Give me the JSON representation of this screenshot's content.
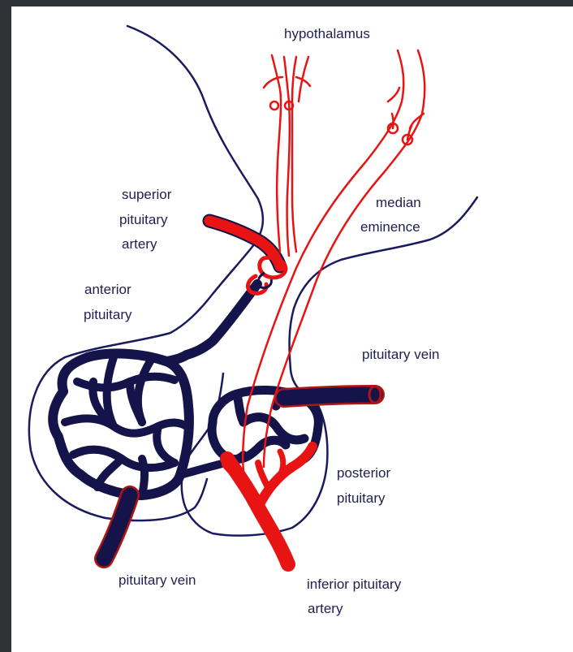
{
  "labels": {
    "hypothalamus": "hypothalamus",
    "median_eminence": [
      "median",
      "eminence"
    ],
    "superior_pituitary_artery": [
      "superior",
      "pituitary",
      "artery"
    ],
    "anterior_pituitary": [
      "anterior",
      "pituitary"
    ],
    "pituitary_vein_right": "pituitary vein",
    "posterior_pituitary": [
      "posterior",
      "pituitary"
    ],
    "pituitary_vein_bottom": "pituitary vein",
    "inferior_pituitary_artery": [
      "inferior pituitary",
      "artery"
    ]
  },
  "colors": {
    "vein": "#14144a",
    "artery": "#e81414",
    "outline": "#1a1a5e",
    "label": "#1f1f52",
    "frame": "#2f3338",
    "background": "#ffffff"
  }
}
